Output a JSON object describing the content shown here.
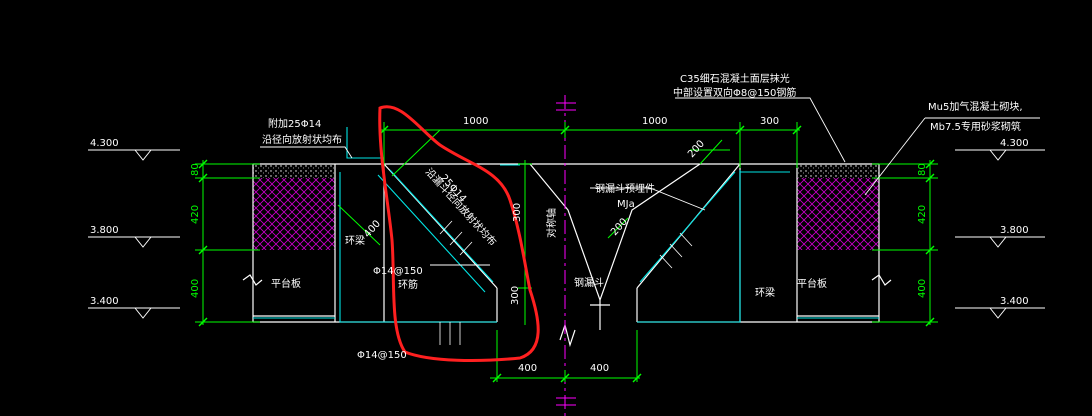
{
  "colors": {
    "background": "#000000",
    "outline": "#ffffff",
    "dimension": "#00ff00",
    "rebar": "#00e5e5",
    "hatch": "#cc00cc",
    "centerline": "#ff00ff",
    "markup": "#ff2020"
  },
  "levels": {
    "top": "4.300",
    "middle": "3.800",
    "bottom": "3.400"
  },
  "dims": {
    "left_width": "1000",
    "right_width": "1000",
    "right_edge": "300",
    "height_80": "80",
    "height_420": "420",
    "height_400": "400",
    "diag_200_upper": "200",
    "diag_200_lower": "200",
    "diag_400": "400",
    "dim_300": "300",
    "dim_300_small": "300",
    "bottom_left": "400",
    "bottom_right": "400"
  },
  "annotations": {
    "top_note_line1": "C35细石混凝土面层抹光",
    "top_note_line2": "中部设置双向Φ8@150钢筋",
    "mu5_line1": "Mu5加气混凝土砌块,",
    "mu5_line2": "Mb7.5专用砂浆砌筑",
    "left_add_line1": "附加25Φ14",
    "left_add_line2": "沿径向放射状均布",
    "diag_rebar_line1": "25Φ14",
    "diag_rebar_line2": "沿漏斗径向放射状均布",
    "ring_beam_left": "环梁",
    "ring_beam_right": "环梁",
    "platform_left": "平台板",
    "platform_right": "平台板",
    "stirrup": "Φ14@150",
    "hoop": "环筋",
    "bottom_rebar": "Φ14@150",
    "center_axis": "对称轴",
    "steel_funnel": "钢漏斗",
    "embed_part": "钢漏斗预埋件",
    "mj": "MJa"
  }
}
